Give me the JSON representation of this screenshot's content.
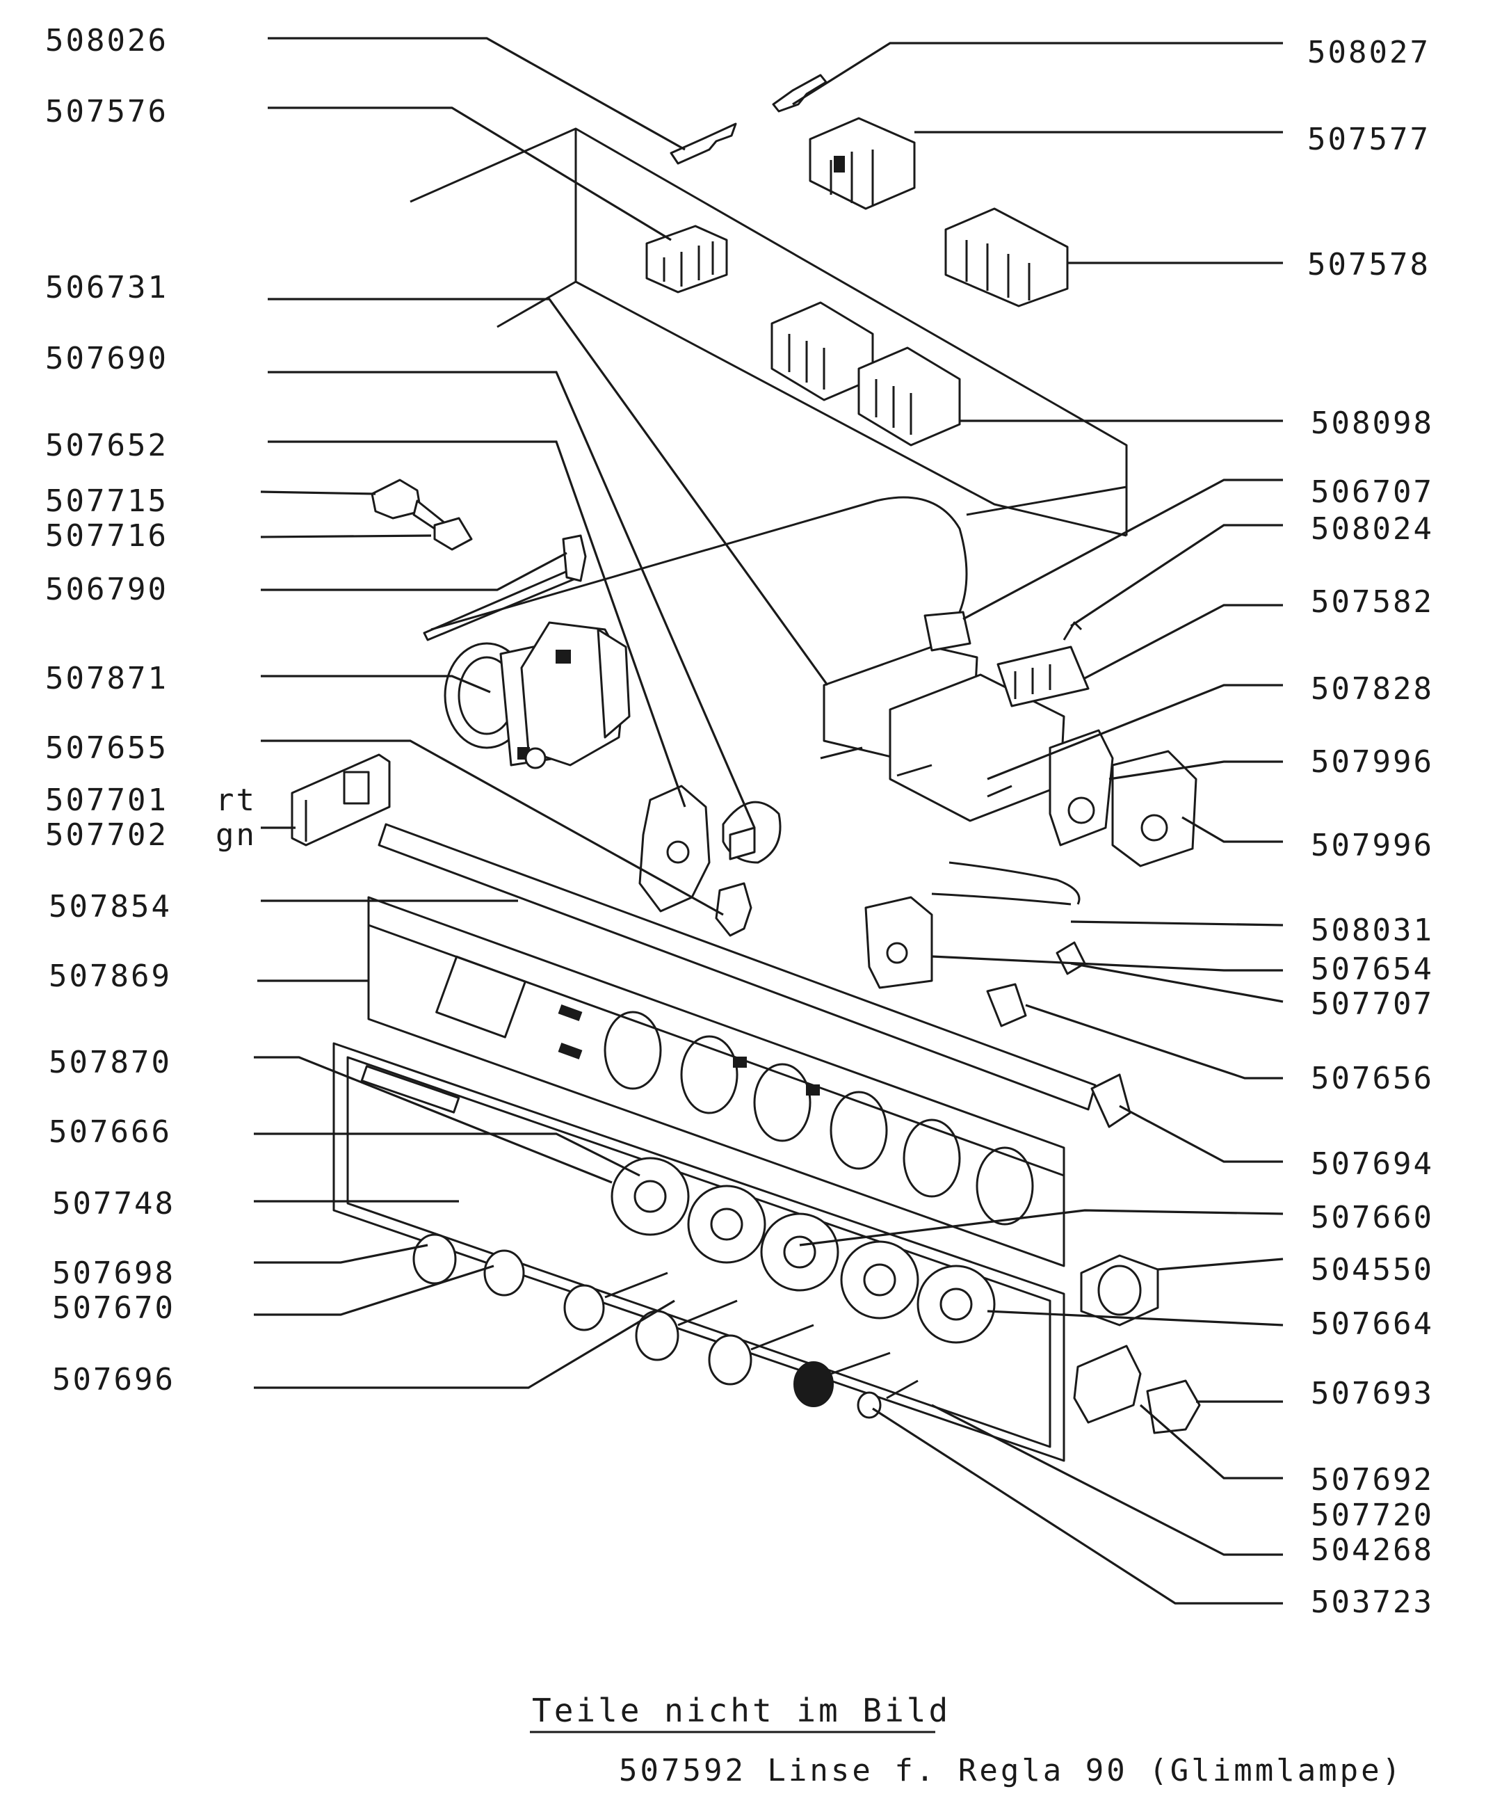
{
  "left_labels": [
    {
      "id": "508026",
      "text": "508026"
    },
    {
      "id": "507576",
      "text": "507576"
    },
    {
      "id": "506731",
      "text": "506731"
    },
    {
      "id": "507690",
      "text": "507690"
    },
    {
      "id": "507652",
      "text": "507652"
    },
    {
      "id": "507715",
      "text": "507715"
    },
    {
      "id": "507716",
      "text": "507716"
    },
    {
      "id": "506790",
      "text": "506790"
    },
    {
      "id": "507871",
      "text": "507871"
    },
    {
      "id": "507655",
      "text": "507655"
    },
    {
      "id": "507701",
      "text": "507701"
    },
    {
      "id": "507702",
      "text": "507702"
    },
    {
      "id": "507854",
      "text": "507854"
    },
    {
      "id": "507869",
      "text": "507869"
    },
    {
      "id": "507870",
      "text": "507870"
    },
    {
      "id": "507666",
      "text": "507666"
    },
    {
      "id": "507748",
      "text": "507748"
    },
    {
      "id": "507698",
      "text": "507698"
    },
    {
      "id": "507670",
      "text": "507670"
    },
    {
      "id": "507696",
      "text": "507696"
    }
  ],
  "color_tags": [
    {
      "id": "rt",
      "text": "rt"
    },
    {
      "id": "gn",
      "text": "gn"
    }
  ],
  "right_labels": [
    {
      "id": "508027",
      "text": "508027"
    },
    {
      "id": "507577",
      "text": "507577"
    },
    {
      "id": "507578",
      "text": "507578"
    },
    {
      "id": "508098",
      "text": "508098"
    },
    {
      "id": "506707",
      "text": "506707"
    },
    {
      "id": "508024",
      "text": "508024"
    },
    {
      "id": "507582",
      "text": "507582"
    },
    {
      "id": "507828",
      "text": "507828"
    },
    {
      "id": "507996a",
      "text": "507996"
    },
    {
      "id": "507996b",
      "text": "507996"
    },
    {
      "id": "508031",
      "text": "508031"
    },
    {
      "id": "507654",
      "text": "507654"
    },
    {
      "id": "507707",
      "text": "507707"
    },
    {
      "id": "507656",
      "text": "507656"
    },
    {
      "id": "507694",
      "text": "507694"
    },
    {
      "id": "507660",
      "text": "507660"
    },
    {
      "id": "504550",
      "text": "504550"
    },
    {
      "id": "507664",
      "text": "507664"
    },
    {
      "id": "507693",
      "text": "507693"
    },
    {
      "id": "507692",
      "text": "507692"
    },
    {
      "id": "507720",
      "text": "507720"
    },
    {
      "id": "504268",
      "text": "504268"
    },
    {
      "id": "503723",
      "text": "503723"
    }
  ],
  "footer": {
    "title": "Teile nicht im Bild",
    "items": [
      "507592 Linse f. Regla 90 (Glimmlampe)"
    ]
  }
}
